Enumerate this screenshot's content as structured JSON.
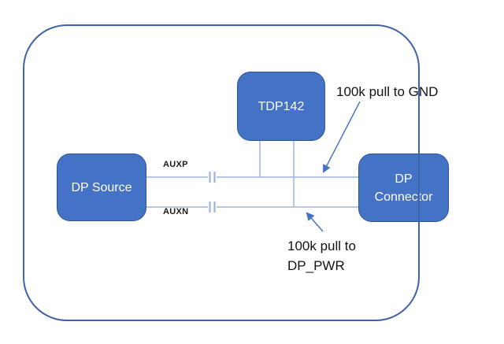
{
  "diagram": {
    "boxes": {
      "source": {
        "label": "DP Source"
      },
      "redriver": {
        "label": "TDP142"
      },
      "connector": {
        "lines": [
          "DP",
          "Connector"
        ]
      }
    },
    "wires": {
      "auxp": {
        "label": "AUXP"
      },
      "auxn": {
        "label": "AUXN"
      }
    },
    "annotations": {
      "gnd": {
        "text": "100k pull to GND"
      },
      "pwr": {
        "lines": [
          "100k pull to",
          "DP_PWR"
        ]
      }
    },
    "colors": {
      "box_fill": "#4472C4",
      "box_border": "#2F5597",
      "box_text": "#FFFFFF",
      "outer_border": "#3F62A9",
      "wire": "#9DB3DF",
      "arrow": "#4472C4",
      "annotation_text": "#121212"
    }
  }
}
